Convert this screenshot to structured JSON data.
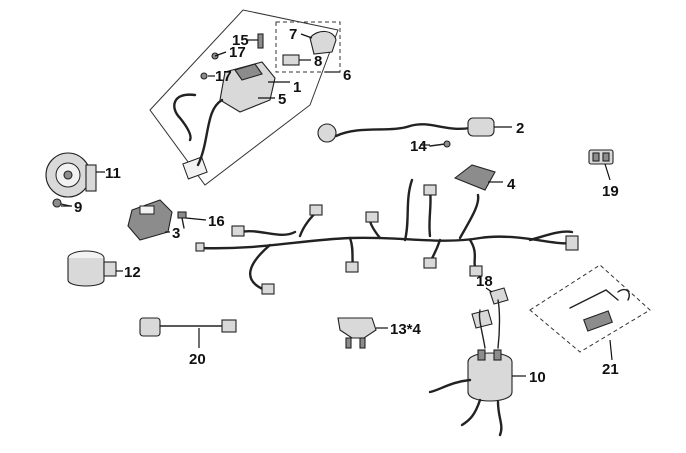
{
  "callouts": {
    "c1": "1",
    "c2": "2",
    "c3": "3",
    "c4": "4",
    "c5": "5",
    "c6": "6",
    "c7": "7",
    "c8": "8",
    "c9": "9",
    "c10": "10",
    "c11": "11",
    "c12": "12",
    "c13": "13*4",
    "c14": "14",
    "c15": "15",
    "c16": "16",
    "c17a": "17",
    "c17b": "17",
    "c18": "18",
    "c19": "19",
    "c20": "20",
    "c21": "21"
  },
  "colors": {
    "line": "#111111",
    "part_fill": "#d9d9d9",
    "part_dark": "#8c8c8c",
    "background": "#ffffff"
  }
}
